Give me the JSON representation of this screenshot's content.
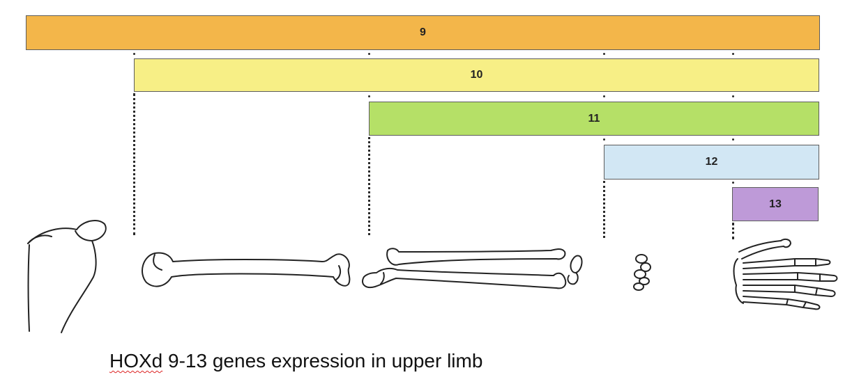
{
  "bars": [
    {
      "label": "9",
      "color": "#f3b64a"
    },
    {
      "label": "10",
      "color": "#f7ef86"
    },
    {
      "label": "11",
      "color": "#b5e067"
    },
    {
      "label": "12",
      "color": "#d2e7f4"
    },
    {
      "label": "13",
      "color": "#be9ad8"
    }
  ],
  "caption": {
    "abbr": "HOXd",
    "rest": " 9-13 genes expression in upper limb"
  },
  "icons": [
    "scapula-icon",
    "humerus-icon",
    "radius-ulna-icon",
    "carpals-icon",
    "hand-icon"
  ]
}
